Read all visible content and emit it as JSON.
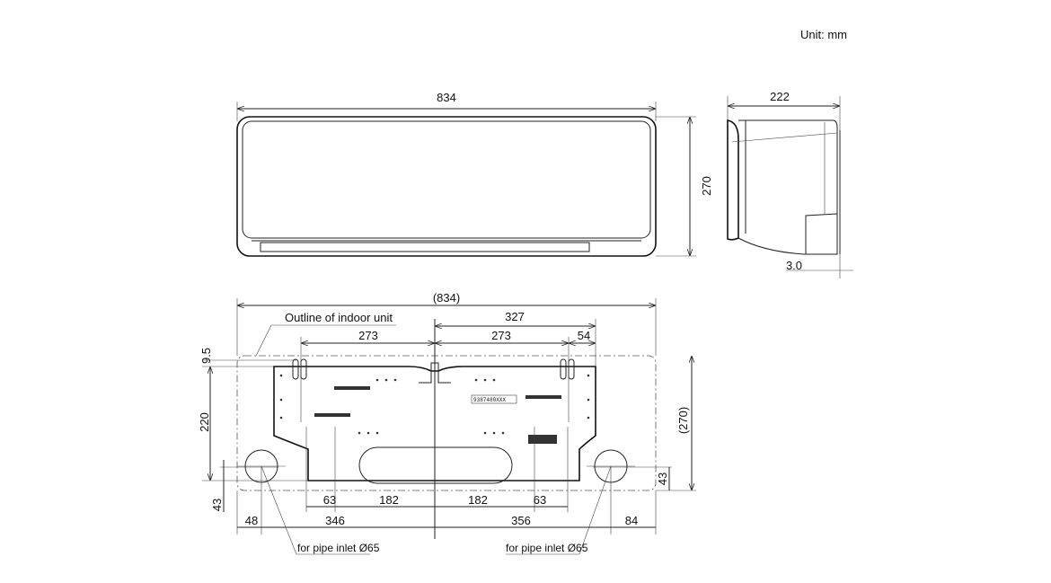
{
  "unit_label": "Unit: mm",
  "front_view": {
    "width": "834",
    "height": "270"
  },
  "side_view": {
    "depth": "222",
    "offset": "3.0"
  },
  "install_plate": {
    "overall_width": "(834)",
    "overall_height": "(270)",
    "outline_label": "Outline of indoor unit",
    "top_right_span": "327",
    "hook_left": "273",
    "hook_right": "273",
    "hook_edge": "54",
    "top_offset": "9.5",
    "plate_height": "220",
    "left_pipe_height": "43",
    "right_pipe_height": "43",
    "bottom_row1": [
      "63",
      "182",
      "182",
      "63"
    ],
    "bottom_row2": [
      "48",
      "346",
      "356",
      "84"
    ],
    "pipe_inlet_left": "for pipe inlet Ø65",
    "pipe_inlet_right": "for pipe inlet Ø65",
    "plate_code": "9387480XXX"
  }
}
